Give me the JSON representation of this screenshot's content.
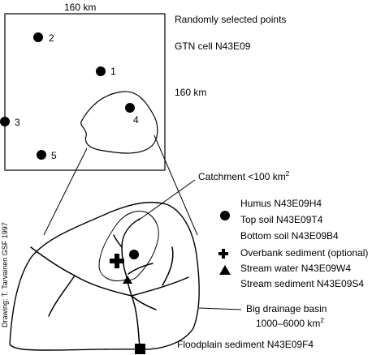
{
  "grid": {
    "width_label": "160 km",
    "height_label": "160 km",
    "title": "Randomly selected points",
    "cell_label": "GTN cell N43E09"
  },
  "points": [
    "1",
    "2",
    "3",
    "4",
    "5"
  ],
  "catchment_label": "Catchment <100 km",
  "catchment_sup": "2",
  "legend": {
    "humus": "Humus N43E09H4",
    "topsoil": "Top soil N43E09T4",
    "bottomsoil": "Bottom soil N43E09B4",
    "overbank": "Overbank sediment (optional)",
    "stream_water": "Stream water N43E09W4",
    "stream_sediment": "Stream sediment N43E09S4"
  },
  "basin": {
    "label": "Big drainage basin",
    "range": "1000–6000 km",
    "range_sup": "2"
  },
  "floodplain": "Floodplain sediment N43E09F4",
  "credit": "Drawing: T. Tarvainen GSF 1997"
}
